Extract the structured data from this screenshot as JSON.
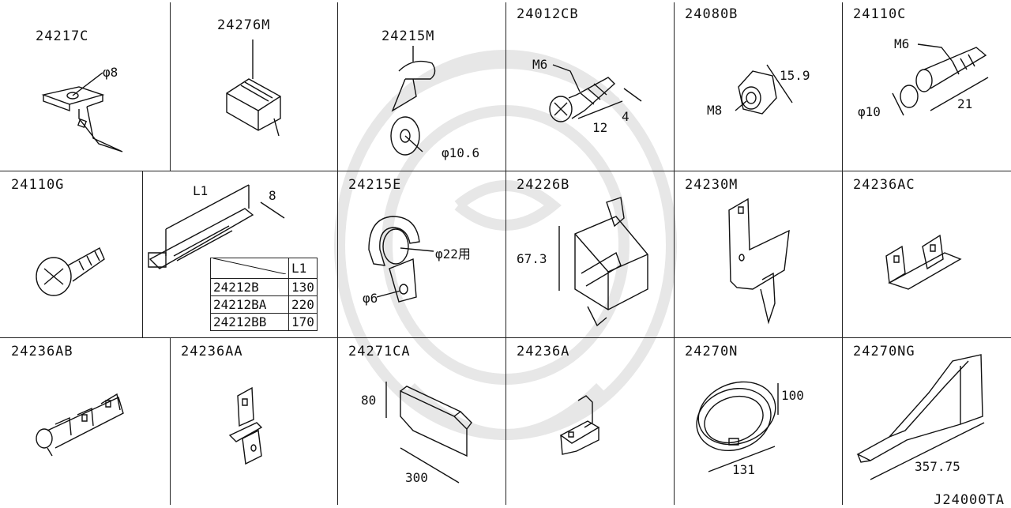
{
  "diagram": {
    "footer_code": "J24000TA",
    "cells": [
      {
        "part_no": "24217C",
        "dims": [
          "φ8"
        ]
      },
      {
        "part_no": "24276M",
        "dims": []
      },
      {
        "part_no": "24215M",
        "dims": [
          "φ10.6"
        ]
      },
      {
        "part_no": "24012CB",
        "dims": [
          "M6",
          "4",
          "12"
        ]
      },
      {
        "part_no": "24080B",
        "dims": [
          "15.9",
          "M8"
        ]
      },
      {
        "part_no": "24110C",
        "dims": [
          "M6",
          "φ10",
          "21"
        ]
      },
      {
        "part_no": "24110G",
        "dims": []
      },
      {
        "part_no": "",
        "dims": [
          "L1",
          "8"
        ]
      },
      {
        "part_no": "24215E",
        "dims": [
          "φ22用",
          "φ6"
        ]
      },
      {
        "part_no": "24226B",
        "dims": [
          "67.3"
        ]
      },
      {
        "part_no": "24230M",
        "dims": []
      },
      {
        "part_no": "24236AC",
        "dims": []
      },
      {
        "part_no": "24236AB",
        "dims": []
      },
      {
        "part_no": "24236AA",
        "dims": []
      },
      {
        "part_no": "24271CA",
        "dims": [
          "80",
          "300"
        ]
      },
      {
        "part_no": "24236A",
        "dims": []
      },
      {
        "part_no": "24270N",
        "dims": [
          "100",
          "131"
        ]
      },
      {
        "part_no": "24270NG",
        "dims": [
          "357.75"
        ]
      }
    ],
    "l1_table": {
      "header": "L1",
      "rows": [
        {
          "part": "24212B",
          "l1": "130"
        },
        {
          "part": "24212BA",
          "l1": "220"
        },
        {
          "part": "24212BB",
          "l1": "170"
        }
      ]
    }
  }
}
